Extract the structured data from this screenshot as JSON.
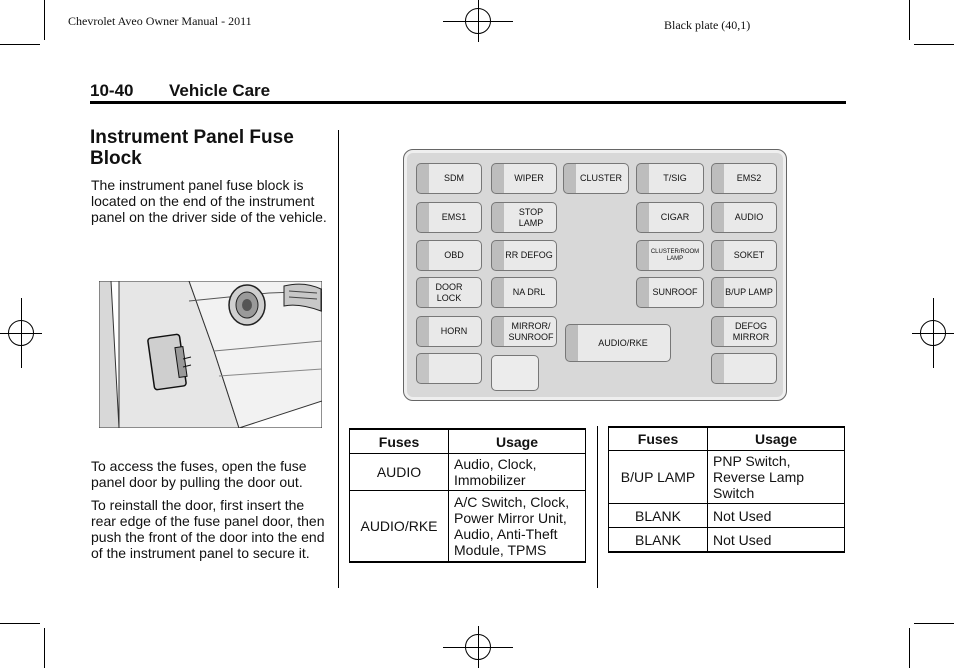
{
  "header": {
    "manual_title": "Chevrolet Aveo Owner Manual - 2011",
    "plate": "Black plate (40,1)"
  },
  "section": {
    "page_number": "10-40",
    "title": "Vehicle Care"
  },
  "article": {
    "heading": "Instrument Panel Fuse Block",
    "intro": "The instrument panel fuse block is located on the end of the instrument panel on the driver side of the vehicle.",
    "para_access": "To access the fuses, open the fuse panel door by pulling the door out.",
    "para_reinstall": "To reinstall the door, first insert the rear edge of the fuse panel door, then push the front of the door into the end of the instrument panel to secure it."
  },
  "fuse_diagram": {
    "fuses": {
      "sdm": "SDM",
      "wiper": "WIPER",
      "cluster": "CLUSTER",
      "tsig": "T/SIG",
      "ems2": "EMS2",
      "ems1": "EMS1",
      "stop_lamp": "STOP LAMP",
      "cigar": "CIGAR",
      "audio": "AUDIO",
      "obd": "OBD",
      "rr_defog": "RR DEFOG",
      "cluster_room_lamp": "CLUSTER/ROOM LAMP",
      "soket": "SOKET",
      "door_lock": "DOOR LOCK",
      "na_drl": "NA DRL",
      "sunroof": "SUNROOF",
      "bup_lamp": "B/UP LAMP",
      "horn": "HORN",
      "mirror_sunroof": "MIRROR/ SUNROOF",
      "audio_rke": "AUDIO/RKE",
      "defog_mirror": "DEFOG MIRROR"
    }
  },
  "table_left": {
    "headers": [
      "Fuses",
      "Usage"
    ],
    "rows": [
      {
        "fuse": "AUDIO",
        "usage": "Audio, Clock, Immobilizer"
      },
      {
        "fuse": "AUDIO/RKE",
        "usage": "A/C Switch, Clock, Power Mirror Unit, Audio, Anti-Theft Module, TPMS"
      }
    ]
  },
  "table_right": {
    "headers": [
      "Fuses",
      "Usage"
    ],
    "rows": [
      {
        "fuse": "B/UP LAMP",
        "usage": "PNP Switch, Reverse Lamp Switch"
      },
      {
        "fuse": "BLANK",
        "usage": "Not Used"
      },
      {
        "fuse": "BLANK",
        "usage": "Not Used"
      }
    ]
  }
}
